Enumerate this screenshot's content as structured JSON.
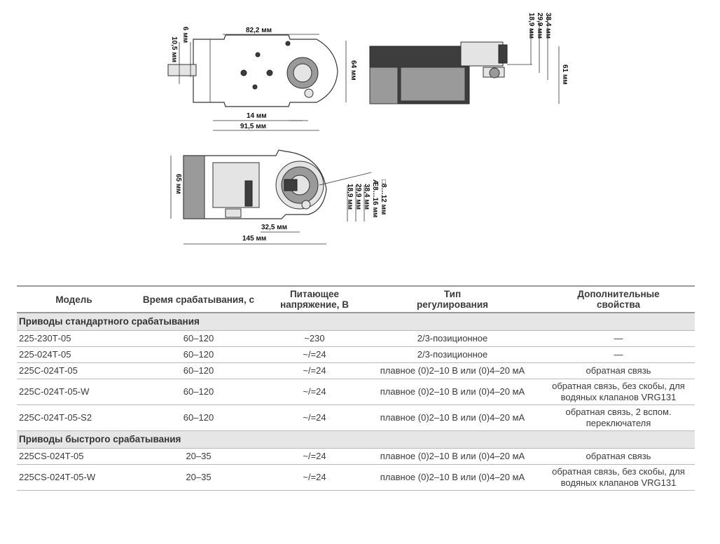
{
  "dimensions": {
    "top_view_width": "82,2 мм",
    "top_view_left_a": "10,5 мм",
    "top_view_left_b": "6 мм",
    "top_view_height": "64 мм",
    "top_view_bottom_a": "14 мм",
    "top_view_bottom_b": "91,5 мм",
    "side_view_a": "38,4 мм",
    "side_view_b": "29,9 мм",
    "side_view_c": "18,9 мм",
    "side_view_height": "61 мм",
    "front_view_height": "65 мм",
    "front_view_shaft_a": "□8…12 мм",
    "front_view_shaft_b": "Æ8…16 мм",
    "front_view_c": "38,4 мм",
    "front_view_d": "29,9 мм",
    "front_view_e": "18,9 мм",
    "front_view_bottom_a": "32,5 мм",
    "front_view_bottom_b": "145 мм"
  },
  "table": {
    "headers": {
      "model": "Модель",
      "time": "Время срабатывания, с",
      "voltage_1": "Питающее",
      "voltage_2": "напряжение, В",
      "type_1": "Тип",
      "type_2": "регулирования",
      "extra_1": "Дополнительные",
      "extra_2": "свойства"
    },
    "groups": [
      {
        "title": "Приводы стандартного срабатывания",
        "rows": [
          {
            "model": "225-230Т-05",
            "time": "60–120",
            "voltage": "~230",
            "type": "2/3-позиционное",
            "extra_1": "—",
            "extra_2": ""
          },
          {
            "model": "225-024Т-05",
            "time": "60–120",
            "voltage": "~/=24",
            "type": "2/3-позиционное",
            "extra_1": "—",
            "extra_2": ""
          },
          {
            "model": "225С-024Т-05",
            "time": "60–120",
            "voltage": "~/=24",
            "type": "плавное (0)2–10 В или (0)4–20 мА",
            "extra_1": "обратная связь",
            "extra_2": ""
          },
          {
            "model": "225С-024Т-05-W",
            "time": "60–120",
            "voltage": "~/=24",
            "type": "плавное (0)2–10 В или (0)4–20 мА",
            "extra_1": "обратная связь, без скобы, для",
            "extra_2": "водяных клапанов VRG131"
          },
          {
            "model": "225С-024Т-05-S2",
            "time": "60–120",
            "voltage": "~/=24",
            "type": "плавное (0)2–10 В или (0)4–20 мА",
            "extra_1": "обратная связь, 2 вспом.",
            "extra_2": "переключателя"
          }
        ]
      },
      {
        "title": "Приводы быстрого срабатывания",
        "rows": [
          {
            "model": "225СS-024Т-05",
            "time": "20–35",
            "voltage": "~/=24",
            "type": "плавное (0)2–10 В или (0)4–20 мА",
            "extra_1": "обратная связь",
            "extra_2": ""
          },
          {
            "model": "225СS-024Т-05-W",
            "time": "20–35",
            "voltage": "~/=24",
            "type": "плавное (0)2–10 В или (0)4–20 мА",
            "extra_1": "обратная связь, без скобы, для",
            "extra_2": "водяных клапанов VRG131"
          }
        ]
      }
    ]
  }
}
